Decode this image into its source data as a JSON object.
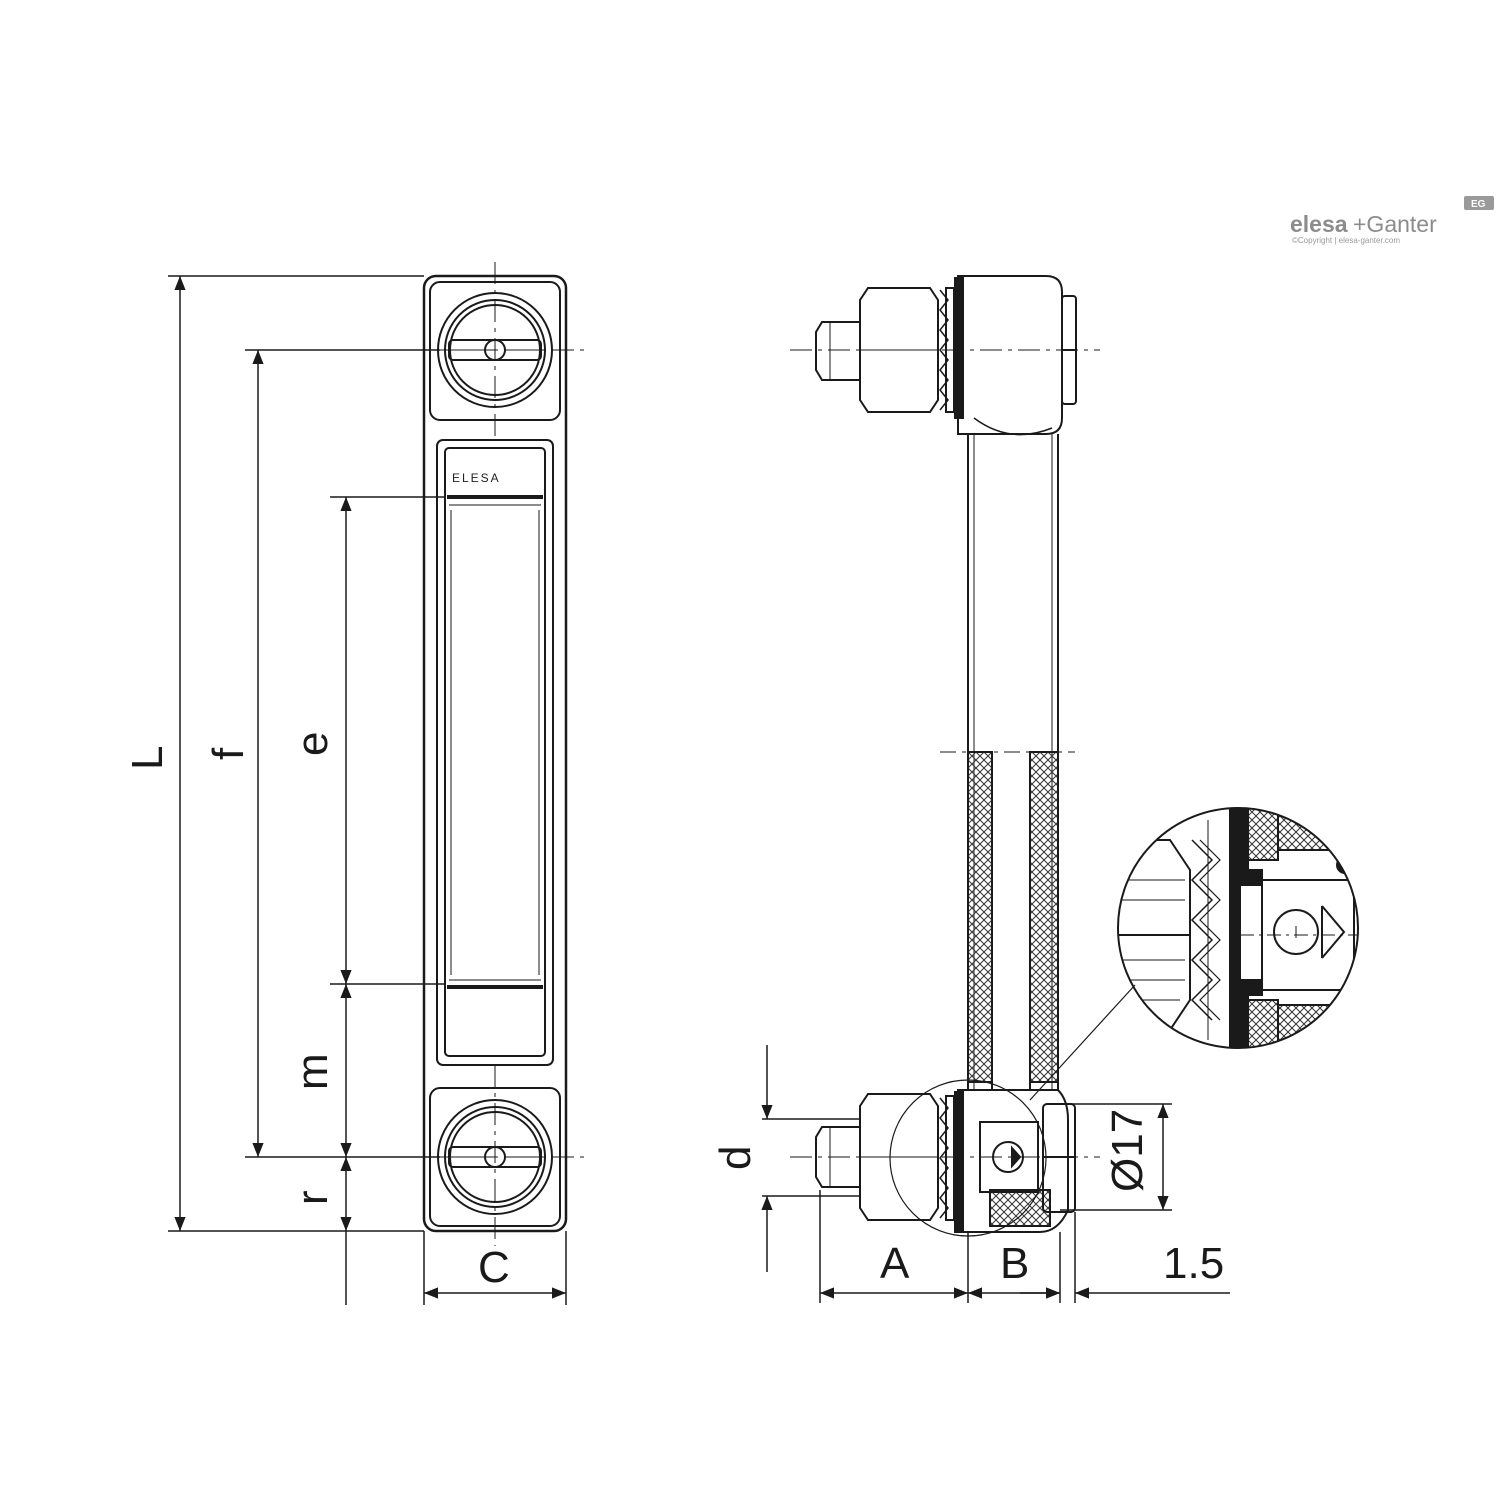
{
  "brand": {
    "name_a": "elesa",
    "name_b": "+Ganter",
    "badge": "EG",
    "copyright": "©Copyright | elesa-ganter.com"
  },
  "front_view": {
    "window_label": "ELESA"
  },
  "dimensions": {
    "L": "L",
    "f": "f",
    "e": "e",
    "m": "m",
    "r": "r",
    "C": "C",
    "d": "d",
    "A": "A",
    "B": "B",
    "dia17": "Ø17",
    "v15": "1.5"
  }
}
